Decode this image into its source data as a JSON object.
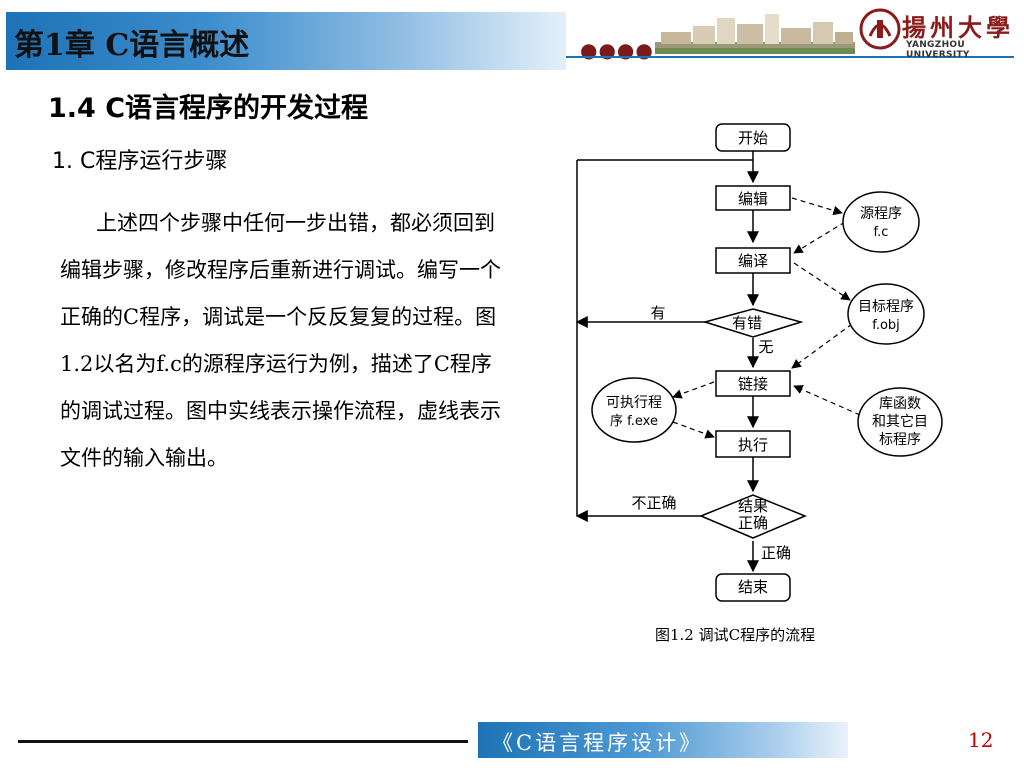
{
  "header": {
    "chapter_title": "第1章 C语言概述",
    "dots": "●●●●",
    "university_name": "揚州大學",
    "university_name_en": "YANGZHOU UNIVERSITY"
  },
  "slide": {
    "section_title": "1.4 C语言程序的开发过程",
    "subsection_title": "1. C程序运行步骤",
    "body_text": "上述四个步骤中任何一步出错，都必须回到编辑步骤，修改程序后重新进行调试。编写一个正确的C程序，调试是一个反反复复的过程。图1.2以名为f.c的源程序运行为例，描述了C程序的调试过程。图中实线表示操作流程，虚线表示文件的输入输出。",
    "figure_caption": "图1.2  调试C程序的流程"
  },
  "flowchart": {
    "start": "开始",
    "edit": "编辑",
    "compile": "编译",
    "has_error": "有错",
    "link": "链接",
    "execute": "执行",
    "result_line1": "结果",
    "result_line2": "正确",
    "end": "结束",
    "label_yes_error": "有",
    "label_no_error": "无",
    "label_incorrect": "不正确",
    "label_correct": "正确",
    "source_line1": "源程序",
    "source_line2": "f.c",
    "object_line1": "目标程序",
    "object_line2": "f.obj",
    "exe_line1": "可执行程",
    "exe_line2": "序 f.exe",
    "lib_line1": "库函数",
    "lib_line2": "和其它目",
    "lib_line3": "标程序"
  },
  "footer": {
    "book_title": "《C语言程序设计》",
    "page_number": "12"
  },
  "colors": {
    "header_blue": "#1d73b6",
    "page_number_red": "#c00000",
    "logo_red": "#8b1a1a"
  }
}
